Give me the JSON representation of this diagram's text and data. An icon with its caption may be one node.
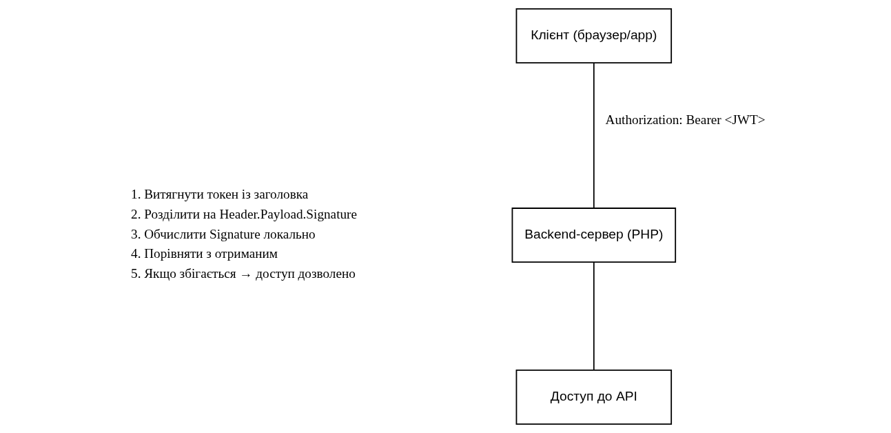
{
  "diagram": {
    "nodes": [
      {
        "text": [
          "Клієнт (браузер/app)"
        ]
      },
      {
        "text": [
          "Backend-сервер (PHP)"
        ]
      },
      {
        "text": [
          "Доступ до API"
        ]
      }
    ],
    "edges": [
      {
        "from": 0,
        "to": 1,
        "arrow": "none",
        "label": "Authorization: Bearer <JWT>"
      },
      {
        "from": 1,
        "to": 2,
        "arrow": "none"
      }
    ],
    "labels": [
      "1. Витягнути токен із заголовка",
      "2. Розділити на Header.Payload.Signature",
      "3. Обчислити Signature локально",
      "4. Порівняти з отриманим",
      "5. Якщо збігається → доступ дозволено"
    ]
  }
}
